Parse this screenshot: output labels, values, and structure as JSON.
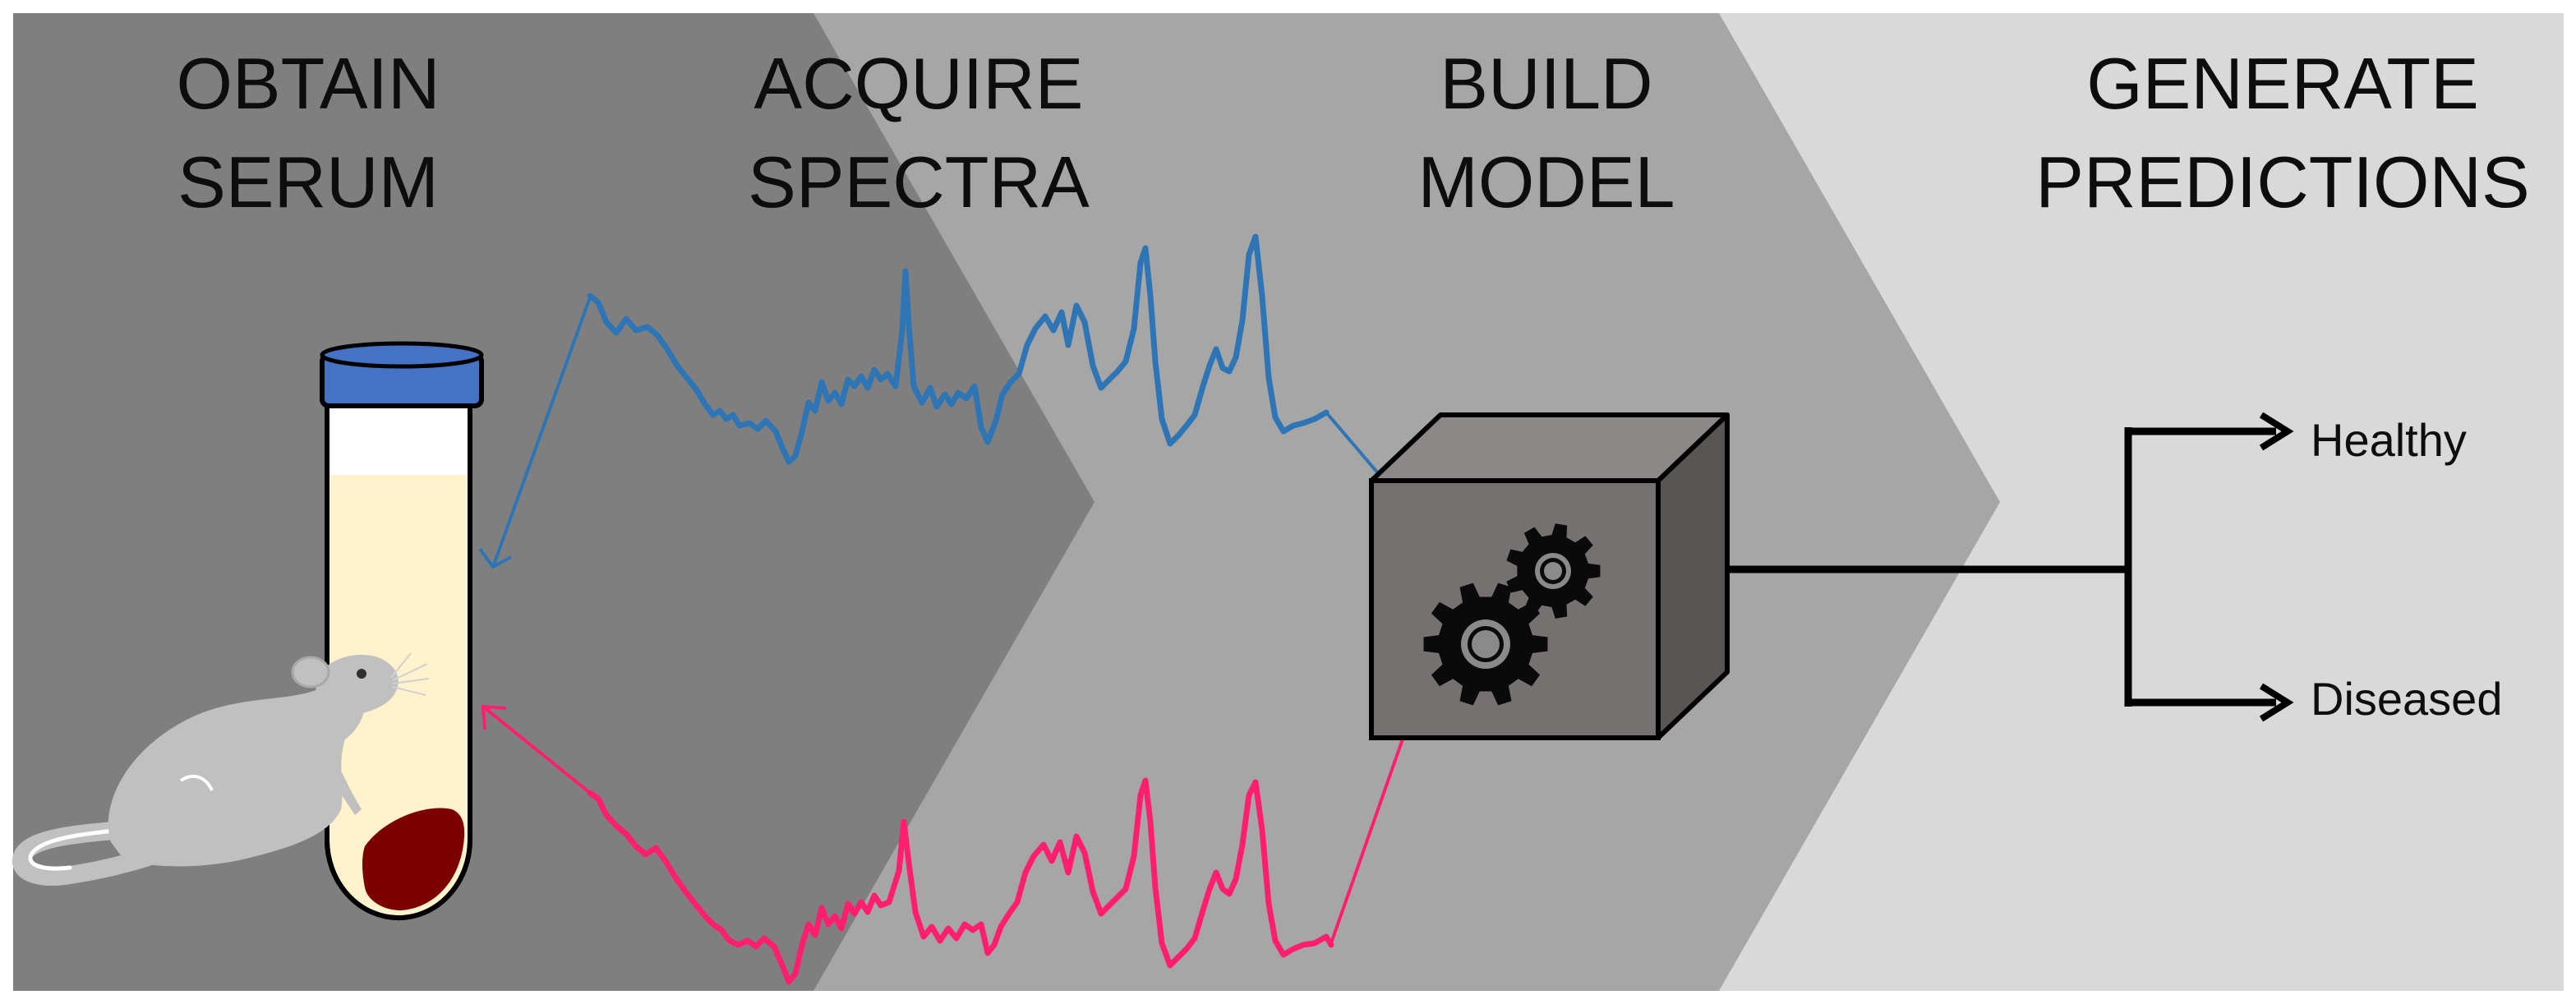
{
  "stages": [
    {
      "id": "obtain-serum",
      "line1": "OBTAIN",
      "line2": "SERUM"
    },
    {
      "id": "acquire-spectra",
      "line1": "ACQUIRE",
      "line2": "SPECTRA"
    },
    {
      "id": "build-model",
      "line1": "BUILD",
      "line2": "MODEL"
    },
    {
      "id": "generate-predictions",
      "line1": "GENERATE",
      "line2": "PREDICTIONS"
    }
  ],
  "outputs": {
    "healthy": "Healthy",
    "diseased": "Diseased"
  },
  "colors": {
    "stage_1_band": "#7f7f7f",
    "stage_2_band": "#a6a6a6",
    "stage_4_band": "#d9d9d9",
    "spectrum_healthy": "#2e75b6",
    "spectrum_diseased": "#ff1f6e",
    "tube_cap": "#4472c4",
    "serum": "#fff2cc",
    "blood": "#7b0000",
    "box_front": "#757171",
    "box_top": "#8c8888",
    "box_side": "#595555",
    "mouse": "#c0c0c0"
  },
  "icons": [
    "sample-tube-icon",
    "mouse-icon",
    "model-box-icon",
    "gear-icon"
  ]
}
